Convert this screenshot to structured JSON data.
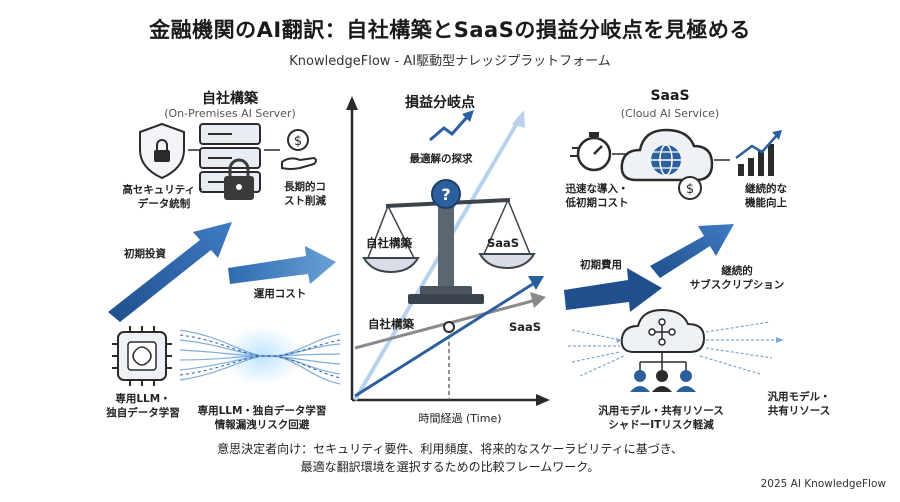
{
  "title": "金融機関のAI翻訳：自社構築とSaaSの損益分岐点を見極める",
  "subtitle": "KnowledgeFlow - AI駆動型ナレッジプラットフォーム",
  "left": {
    "heading": "自社構築",
    "subheading": "(On-Premises AI Server)",
    "security_label_1": "高セキュリティ・",
    "security_label_2": "データ統制",
    "cost_label_1": "長期的コ",
    "cost_label_2": "スト削減",
    "initial_investment": "初期投資",
    "operating_cost": "運用コスト",
    "llm_label_1": "専用LLM・",
    "llm_label_2": "独自データ学習",
    "flow_label_1": "専用LLM・独自データ学習",
    "flow_label_2": "情報漏洩リスク回避"
  },
  "center": {
    "heading": "損益分岐点",
    "optimal": "最適解の探求",
    "pan_left": "自社構築",
    "pan_right": "SaaS",
    "line_onprem": "自社構築",
    "line_saas": "SaaS",
    "x_axis": "時間経過 (Time)"
  },
  "right": {
    "heading": "SaaS",
    "subheading": "(Cloud AI Service)",
    "fast_label_1": "迅速な導入・",
    "fast_label_2": "低初期コスト",
    "improve_label_1": "継続的な",
    "improve_label_2": "機能向上",
    "initial_fee": "初期費用",
    "subscription_1": "継続的",
    "subscription_2": "サブスクリプション",
    "shared_label_1": "汎用モデル・共有リソース",
    "shared_label_2": "シャドーITリスク軽減",
    "side_label_1": "汎用モデル・",
    "side_label_2": "共有リソース"
  },
  "footer": {
    "line1": "意思決定者向け：セキュリティ要件、利用頻度、将来的なスケーラビリティに基づき、",
    "line2": "最適な翻訳環境を選択するための比較フレームワーク。",
    "copyright": "2025 AI KnowledgeFlow"
  },
  "colors": {
    "primary": "#2c5f9e",
    "light_blue": "#8fb8e0",
    "dark": "#2b2b2b",
    "gray_line": "#8a8a8a"
  }
}
